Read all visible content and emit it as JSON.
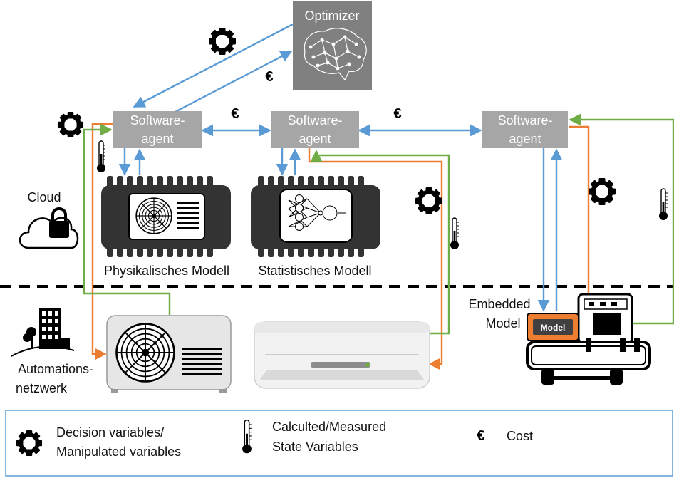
{
  "colors": {
    "blue": "#5b9bd5",
    "orange": "#ed7d31",
    "green": "#70ad47",
    "agent_box": "#a6a6a6",
    "optimizer_box": "#808080",
    "legend_border": "#5b9bd5"
  },
  "optimizer": {
    "label": "Optimizer",
    "icon": "neural-brain-icon"
  },
  "agents": [
    {
      "line1": "Software-",
      "line2": "agent"
    },
    {
      "line1": "Software-",
      "line2": "agent"
    },
    {
      "line1": "Software-",
      "line2": "agent"
    }
  ],
  "models": {
    "physical": "Physikalisches Modell",
    "statistical": "Statistisches Modell",
    "embedded_line1": "Embedded",
    "embedded_line2": "Model",
    "chip_label": "Model"
  },
  "layers": {
    "cloud": "Cloud",
    "automation_line1": "Automations-",
    "automation_line2": "netzwerk"
  },
  "cost_symbol": "€",
  "legend": {
    "decision_line1": "Decision variables/",
    "decision_line2": "Manipulated variables",
    "state_line1": "Calculted/Measured",
    "state_line2": "State Variables",
    "cost_label": "Cost",
    "decision_icon": "gear-icon",
    "state_icon": "thermometer-icon",
    "cost_icon": "euro-icon"
  }
}
